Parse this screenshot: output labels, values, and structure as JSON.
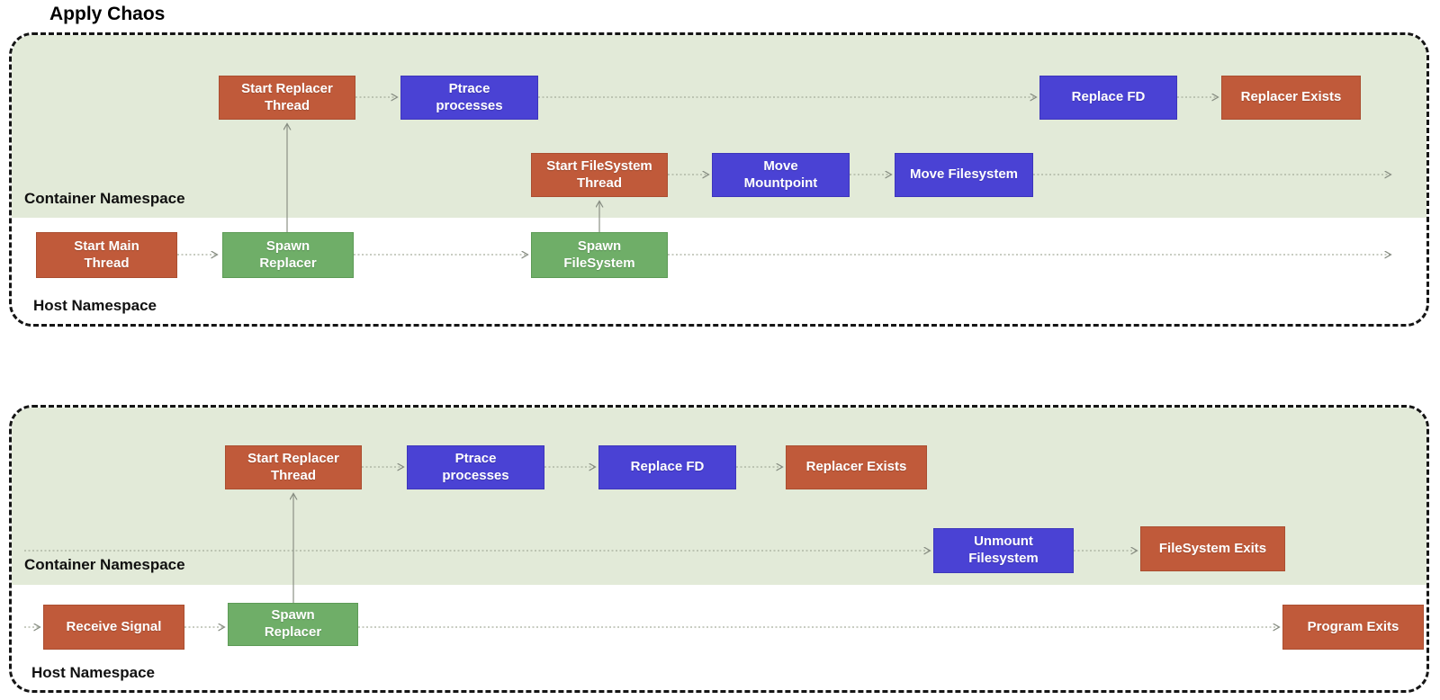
{
  "title": "Apply Chaos",
  "colors": {
    "process_box": "#c05a3a",
    "operation_box": "#4a42d4",
    "spawn_box": "#6fae68",
    "container_bg": "#e2ead8",
    "panel_border": "#151515",
    "connector": "#a6ad9c"
  },
  "panels": [
    {
      "container_label": "Container Namespace",
      "host_label": "Host Namespace",
      "nodes": [
        {
          "id": "start-replacer-thread",
          "label": "Start Replacer\nThread",
          "color": "orange"
        },
        {
          "id": "ptrace-processes",
          "label": "Ptrace\nprocesses",
          "color": "blue"
        },
        {
          "id": "replace-fd",
          "label": "Replace FD",
          "color": "blue"
        },
        {
          "id": "replacer-exists",
          "label": "Replacer Exists",
          "color": "orange"
        },
        {
          "id": "start-filesystem-thread",
          "label": "Start FileSystem\nThread",
          "color": "orange"
        },
        {
          "id": "move-mountpoint",
          "label": "Move\nMountpoint",
          "color": "blue"
        },
        {
          "id": "move-filesystem",
          "label": "Move Filesystem",
          "color": "blue"
        },
        {
          "id": "start-main-thread",
          "label": "Start Main\nThread",
          "color": "orange"
        },
        {
          "id": "spawn-replacer",
          "label": "Spawn\nReplacer",
          "color": "green"
        },
        {
          "id": "spawn-filesystem",
          "label": "Spawn\nFileSystem",
          "color": "green"
        }
      ],
      "edges": [
        {
          "from": "start-main-thread",
          "to": "spawn-replacer"
        },
        {
          "from": "spawn-replacer",
          "to": "spawn-filesystem"
        },
        {
          "from": "spawn-replacer",
          "to": "start-replacer-thread"
        },
        {
          "from": "start-replacer-thread",
          "to": "ptrace-processes"
        },
        {
          "from": "ptrace-processes",
          "to": "replace-fd"
        },
        {
          "from": "replace-fd",
          "to": "replacer-exists"
        },
        {
          "from": "spawn-filesystem",
          "to": "start-filesystem-thread"
        },
        {
          "from": "spawn-filesystem",
          "to": "right-edge"
        },
        {
          "from": "start-filesystem-thread",
          "to": "move-mountpoint"
        },
        {
          "from": "move-mountpoint",
          "to": "move-filesystem"
        },
        {
          "from": "move-filesystem",
          "to": "right-edge"
        }
      ]
    },
    {
      "container_label": "Container Namespace",
      "host_label": "Host Namespace",
      "nodes": [
        {
          "id": "start-replacer-thread",
          "label": "Start Replacer\nThread",
          "color": "orange"
        },
        {
          "id": "ptrace-processes",
          "label": "Ptrace\nprocesses",
          "color": "blue"
        },
        {
          "id": "replace-fd",
          "label": "Replace FD",
          "color": "blue"
        },
        {
          "id": "replacer-exists",
          "label": "Replacer Exists",
          "color": "orange"
        },
        {
          "id": "unmount-filesystem",
          "label": "Unmount\nFilesystem",
          "color": "blue"
        },
        {
          "id": "filesystem-exits",
          "label": "FileSystem Exits",
          "color": "orange"
        },
        {
          "id": "receive-signal",
          "label": "Receive Signal",
          "color": "orange"
        },
        {
          "id": "spawn-replacer",
          "label": "Spawn\nReplacer",
          "color": "green"
        },
        {
          "id": "program-exits",
          "label": "Program Exits",
          "color": "orange"
        }
      ],
      "edges": [
        {
          "from": "left-edge",
          "to": "receive-signal"
        },
        {
          "from": "receive-signal",
          "to": "spawn-replacer"
        },
        {
          "from": "spawn-replacer",
          "to": "start-replacer-thread"
        },
        {
          "from": "spawn-replacer",
          "to": "program-exits"
        },
        {
          "from": "start-replacer-thread",
          "to": "ptrace-processes"
        },
        {
          "from": "ptrace-processes",
          "to": "replace-fd"
        },
        {
          "from": "replace-fd",
          "to": "replacer-exists"
        },
        {
          "from": "left-edge",
          "to": "unmount-filesystem"
        },
        {
          "from": "unmount-filesystem",
          "to": "filesystem-exits"
        }
      ]
    }
  ]
}
